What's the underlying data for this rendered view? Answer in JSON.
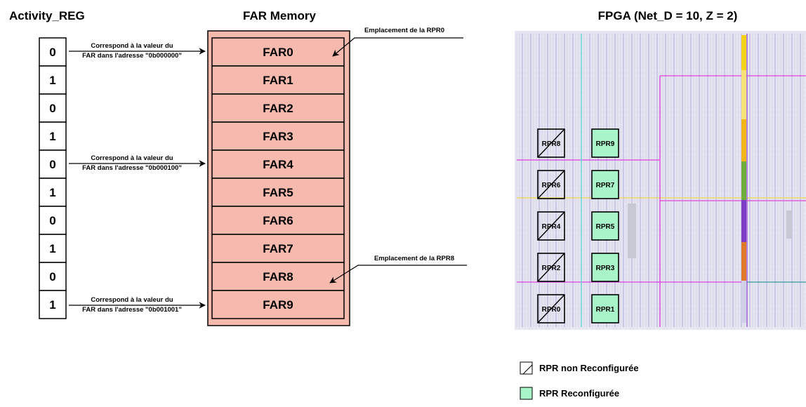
{
  "titles": {
    "activity_reg": "Activity_REG",
    "far_memory": "FAR Memory",
    "fpga": "FPGA (Net_D = 10, Z = 2)"
  },
  "activity_bits": [
    "0",
    "1",
    "0",
    "1",
    "0",
    "1",
    "0",
    "1",
    "0",
    "1"
  ],
  "far_entries": [
    "FAR0",
    "FAR1",
    "FAR2",
    "FAR3",
    "FAR4",
    "FAR5",
    "FAR6",
    "FAR7",
    "FAR8",
    "FAR9"
  ],
  "correspondences": [
    {
      "line1": "Correspond à la valeur du",
      "line2": "FAR dans l'adresse \"0b000000\""
    },
    {
      "line1": "Correspond à la valeur du",
      "line2": "FAR dans l'adresse \"0b000100\""
    },
    {
      "line1": "Correspond à la valeur du",
      "line2": "FAR dans l'adresse \"0b001001\""
    }
  ],
  "locations": {
    "rpr0": "Emplacement de la RPR0",
    "rpr8": "Emplacement de la RPR8"
  },
  "rprs": [
    {
      "label": "RPR8",
      "reconfigured": false
    },
    {
      "label": "RPR9",
      "reconfigured": true
    },
    {
      "label": "RPR6",
      "reconfigured": false
    },
    {
      "label": "RPR7",
      "reconfigured": true
    },
    {
      "label": "RPR4",
      "reconfigured": false
    },
    {
      "label": "RPR5",
      "reconfigured": true
    },
    {
      "label": "RPR2",
      "reconfigured": false
    },
    {
      "label": "RPR3",
      "reconfigured": true
    },
    {
      "label": "RPR0",
      "reconfigured": false
    },
    {
      "label": "RPR1",
      "reconfigured": true
    }
  ],
  "legend": {
    "non_reconfigured": "RPR non Reconfigurée",
    "reconfigured": "RPR Reconfigurée"
  },
  "colors": {
    "far_fill": "#f5b9ae",
    "rpr_reconfigured": "#a7f5c8",
    "fpga_background": "#e6e6f0",
    "fpga_grid": "#b8b8de"
  }
}
